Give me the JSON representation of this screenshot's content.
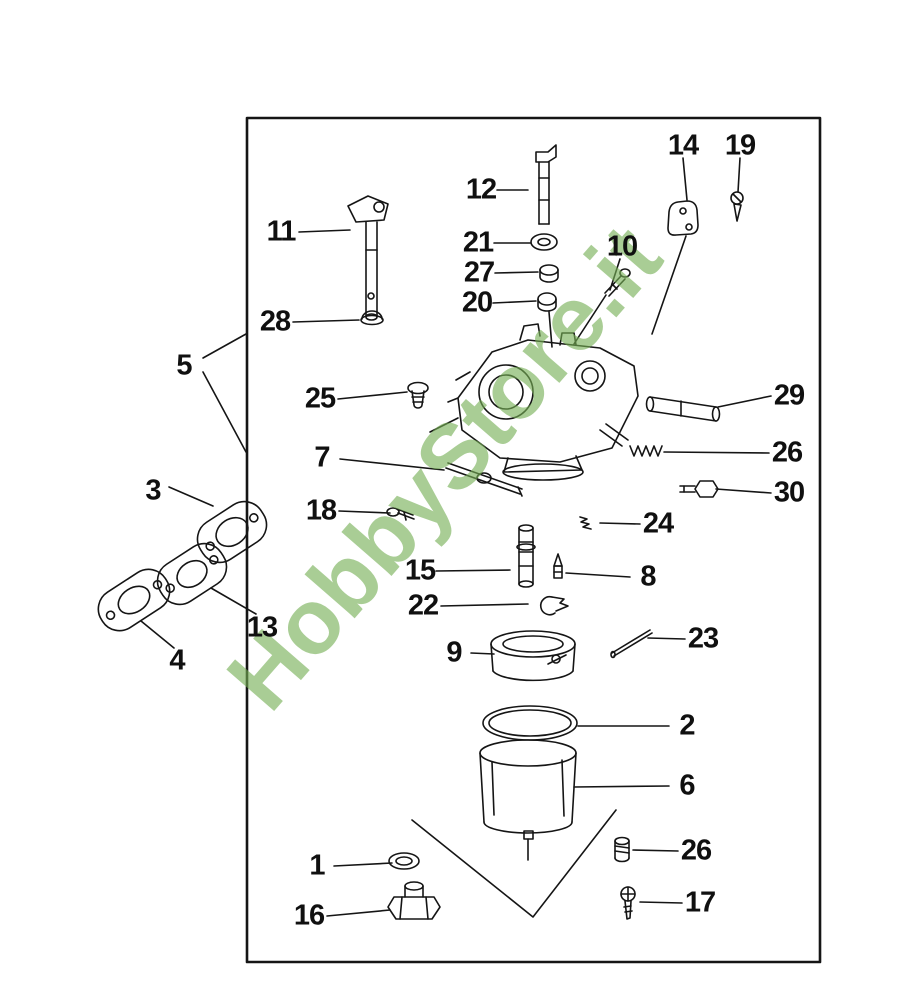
{
  "figure": {
    "type": "exploded-parts-diagram-carburetor",
    "watermark": {
      "text": "HobbyStore.it",
      "color": "#76b055"
    },
    "style": {
      "line_color": "#151515",
      "background": "#ffffff"
    },
    "callouts": [
      "14",
      "19",
      "12",
      "11",
      "21",
      "10",
      "27",
      "20",
      "28",
      "5",
      "25",
      "29",
      "7",
      "26",
      "3",
      "30",
      "18",
      "24",
      "15",
      "8",
      "22",
      "13",
      "23",
      "9",
      "4",
      "2",
      "6",
      "1",
      "26",
      "16",
      "17"
    ]
  }
}
